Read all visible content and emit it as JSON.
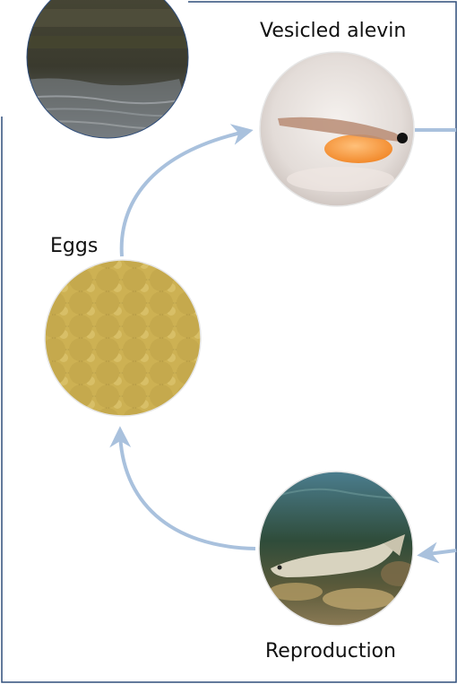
{
  "labels": {
    "vesicled_alevin": "Vesicled alevin",
    "eggs": "Eggs",
    "reproduction": "Reproduction"
  },
  "colors": {
    "frame": "#2f4d7a",
    "arrow": "#a9c1dd",
    "circle_border": "#e6e6e6"
  },
  "icons": [
    "river-photo",
    "alevin-photo",
    "eggs-photo",
    "fish-photo",
    "cycle-arrow-icon"
  ]
}
